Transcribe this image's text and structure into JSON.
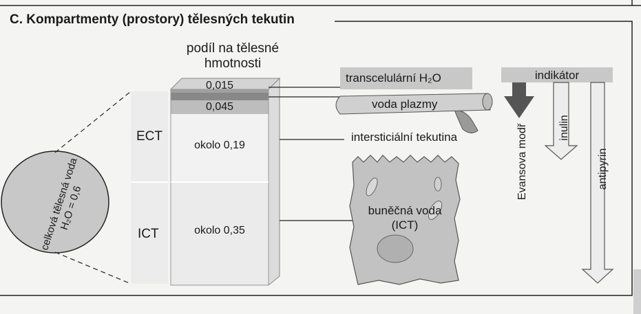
{
  "heading": "C. Kompartmenty (prostory) tělesných tekutin",
  "share_title": "podíl na tělesné hmotnosti",
  "total_water": {
    "line1": "celková tělesná voda",
    "line2": "H₂O = 0,6"
  },
  "compartments": {
    "ect_label": "ECT",
    "ict_label": "ICT",
    "transcellular_value": "0,015",
    "plasma_value": "0,045",
    "interstitial_value": "okolo 0,19",
    "intracellular_value": "okolo 0,35"
  },
  "labels": {
    "transcellular": "transcelulární H₂O",
    "plasma": "voda plazmy",
    "interstitial": "intersticiální tekutina",
    "cell_water_line1": "buněčná voda",
    "cell_water_line2": "(ICT)"
  },
  "indicators": {
    "title": "indikátor",
    "evans": "Evansova modř",
    "inulin": "inulin",
    "antipyrin": "antipyrin"
  }
}
